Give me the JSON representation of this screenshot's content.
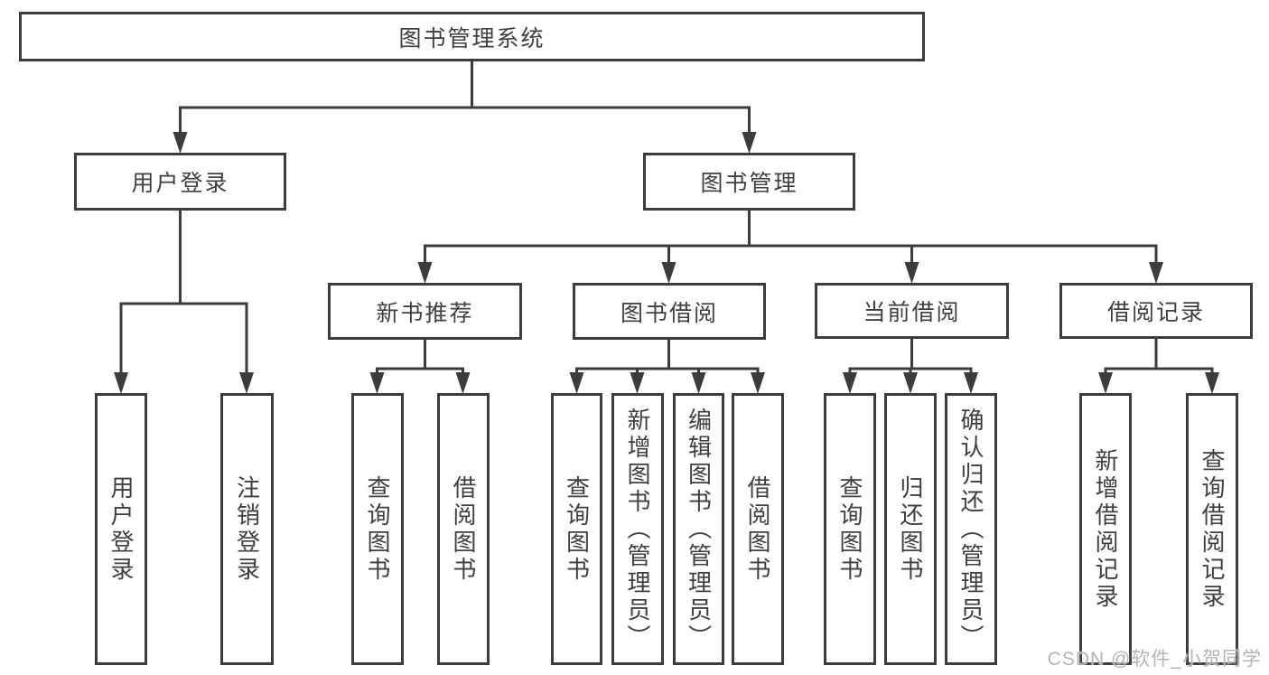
{
  "colors": {
    "line": "#3c3c3c",
    "text": "#3f3f3f",
    "watermark": "#b4b4b4",
    "background": "#ffffff"
  },
  "watermark": {
    "label": "CSDN @软件_小贺同学"
  },
  "tree": {
    "root": {
      "label": "图书管理系统"
    },
    "branches": [
      {
        "label": "用户登录",
        "children": [
          {
            "label": "用户登录"
          },
          {
            "label": "注销登录"
          }
        ]
      },
      {
        "label": "图书管理",
        "children": [
          {
            "label": "新书推荐",
            "children": [
              {
                "label": "查询图书"
              },
              {
                "label": "借阅图书"
              }
            ]
          },
          {
            "label": "图书借阅",
            "children": [
              {
                "label": "查询图书"
              },
              {
                "label": "新增图书（管理员）"
              },
              {
                "label": "编辑图书（管理员）"
              },
              {
                "label": "借阅图书"
              }
            ]
          },
          {
            "label": "当前借阅",
            "children": [
              {
                "label": "查询图书"
              },
              {
                "label": "归还图书"
              },
              {
                "label": "确认归还（管理员）"
              }
            ]
          },
          {
            "label": "借阅记录",
            "children": [
              {
                "label": "新增借阅记录"
              },
              {
                "label": "查询借阅记录"
              }
            ]
          }
        ]
      }
    ]
  }
}
